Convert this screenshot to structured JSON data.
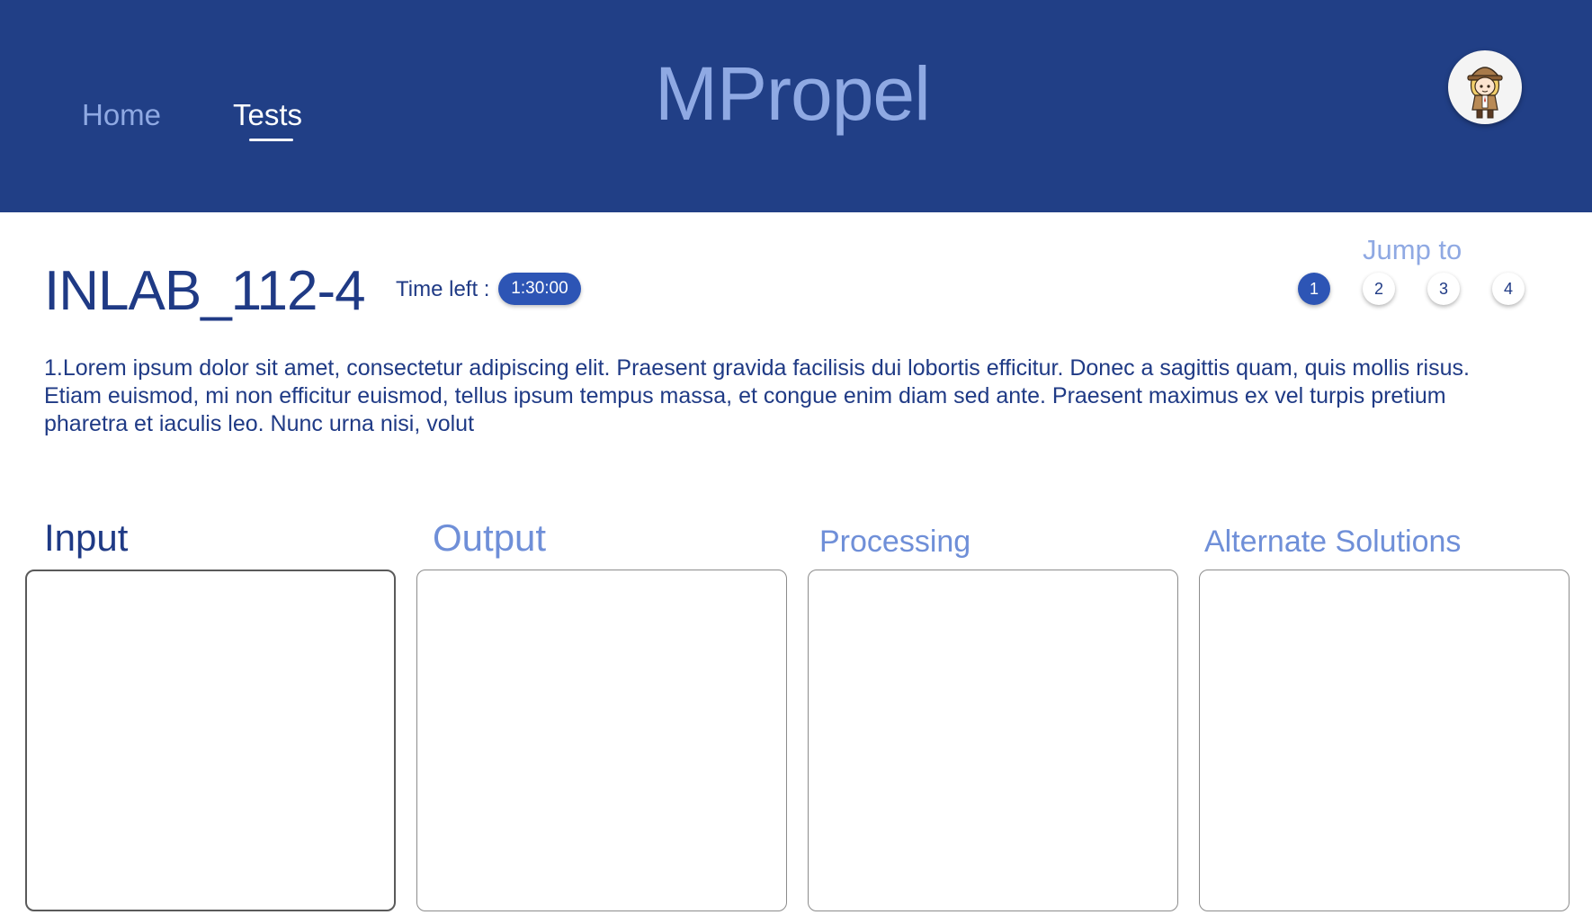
{
  "header": {
    "nav": {
      "home_label": "Home",
      "tests_label": "Tests"
    },
    "brand": "MPropel",
    "colors": {
      "background": "#213f86",
      "brand": "#8fa9e3"
    }
  },
  "test": {
    "title": "INLAB_112-4",
    "time_left_label": "Time left :",
    "timer": "1:30:00"
  },
  "jump": {
    "label": "Jump to",
    "buttons": [
      "1",
      "2",
      "3",
      "4"
    ],
    "active": "1"
  },
  "question": {
    "text": "1.Lorem ipsum dolor sit amet, consectetur adipiscing elit. Praesent gravida facilisis dui lobortis efficitur. Donec a sagittis quam, quis mollis risus. Etiam euismod, mi non efficitur euismod, tellus ipsum tempus massa, et congue enim diam sed ante. Praesent maximus ex vel turpis pretium pharetra et iaculis leo. Nunc urna nisi, volut"
  },
  "panels": {
    "input_label": "Input",
    "output_label": "Output",
    "processing_label": "Processing",
    "alternate_label": "Alternate Solutions"
  }
}
